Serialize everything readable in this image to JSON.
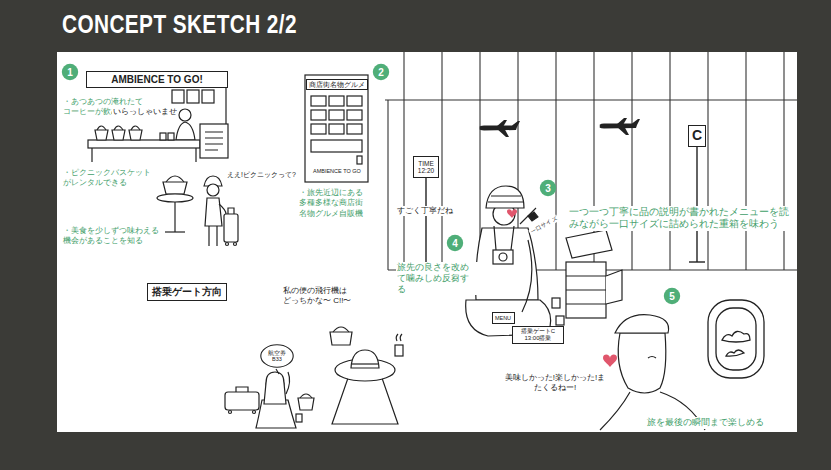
{
  "diagram": {
    "title": "CONCEPT SKETCH 2/2",
    "nodes": [
      {
        "text": [
          "1"
        ]
      },
      {
        "text": [
          "AMBIENCE TO GO!"
        ]
      },
      {
        "text": [
          "2"
        ]
      },
      {
        "text": [
          "商店街名物グルメ"
        ]
      },
      {
        "text": [
          "搭乗ゲート方向"
        ]
      },
      {
        "text": [
          "TIME 12:20"
        ]
      },
      {
        "text": [
          "3"
        ]
      },
      {
        "text": [
          "4"
        ]
      },
      {
        "text": [
          "MENU"
        ]
      },
      {
        "text": [
          "搭乗ゲートC 13:00搭乗"
        ]
      },
      {
        "text": [
          "C"
        ]
      },
      {
        "text": [
          "航空券 B33"
        ]
      },
      {
        "text": [
          "5"
        ]
      }
    ],
    "labels": [
      "・あつあつの淹れたてコーヒーが飲める",
      "・ピクニックバスケットがレンタルできる",
      "・美食を少しずつ味わえる機会があることを知る",
      "いらっしゃいませ",
      "ええ!ピクニックって?",
      "・旅先近辺にある多種多様な商店街名物グルメ自販機",
      "AMBIENCE TO GO",
      "すごく丁寧だね",
      "一口サイズ",
      "一つ一つ丁寧に品の説明が書かれたメニューを読みながら一口サイズに詰められた重箱を味わう",
      "旅先の良さを改めて噛みしめ反芻する",
      "私の便の飛行機はどっちかな〜 C!!〜",
      "美味しかった!楽しかった!またくるねー!",
      "旅を最後の瞬間まで楽しめる"
    ]
  }
}
